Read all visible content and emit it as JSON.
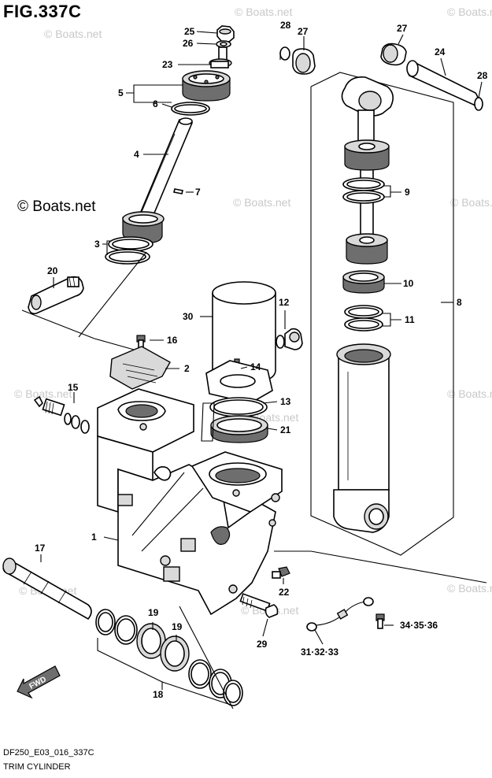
{
  "figure": {
    "code": "FIG.337C",
    "drawing_id": "DF250_E03_016_337C",
    "caption": "TRIM CYLINDER",
    "watermark_primary": "© Boats.net",
    "watermark_secondary": "© Boats.net"
  },
  "callouts": {
    "c1": "1",
    "c2": "2",
    "c3": "3",
    "c4": "4",
    "c5": "5",
    "c6": "6",
    "c7": "7",
    "c8": "8",
    "c9": "9",
    "c10": "10",
    "c11": "11",
    "c12": "12",
    "c13": "13",
    "c14": "14",
    "c15": "15",
    "c16": "16",
    "c17": "17",
    "c18": "18",
    "c19a": "19",
    "c19b": "19",
    "c20": "20",
    "c21": "21",
    "c22": "22",
    "c23": "23",
    "c24": "24",
    "c25": "25",
    "c26": "26",
    "c27a": "27",
    "c27b": "27",
    "c28a": "28",
    "c28b": "28",
    "c29": "29",
    "c30": "30",
    "c31": "31·32·33",
    "c34": "34·35·36"
  },
  "direction_arrow": "FWD"
}
